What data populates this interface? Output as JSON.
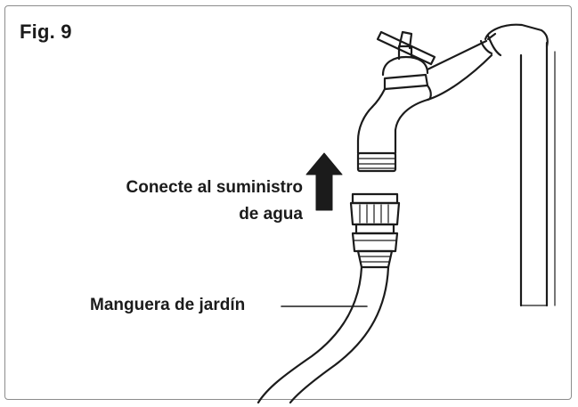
{
  "figure": {
    "label": "Fig. 9",
    "connect_label_line1": "Conecte al suministro",
    "connect_label_line2": "de agua",
    "hose_label": "Manguera de jardín"
  },
  "icons": {
    "faucet": "faucet-icon",
    "arrow": "arrow-up-icon",
    "coupler": "hose-coupler-icon",
    "hose": "garden-hose-icon"
  },
  "colors": {
    "ink": "#1b1b1b",
    "frame": "#8c8c8c",
    "background": "#ffffff"
  }
}
